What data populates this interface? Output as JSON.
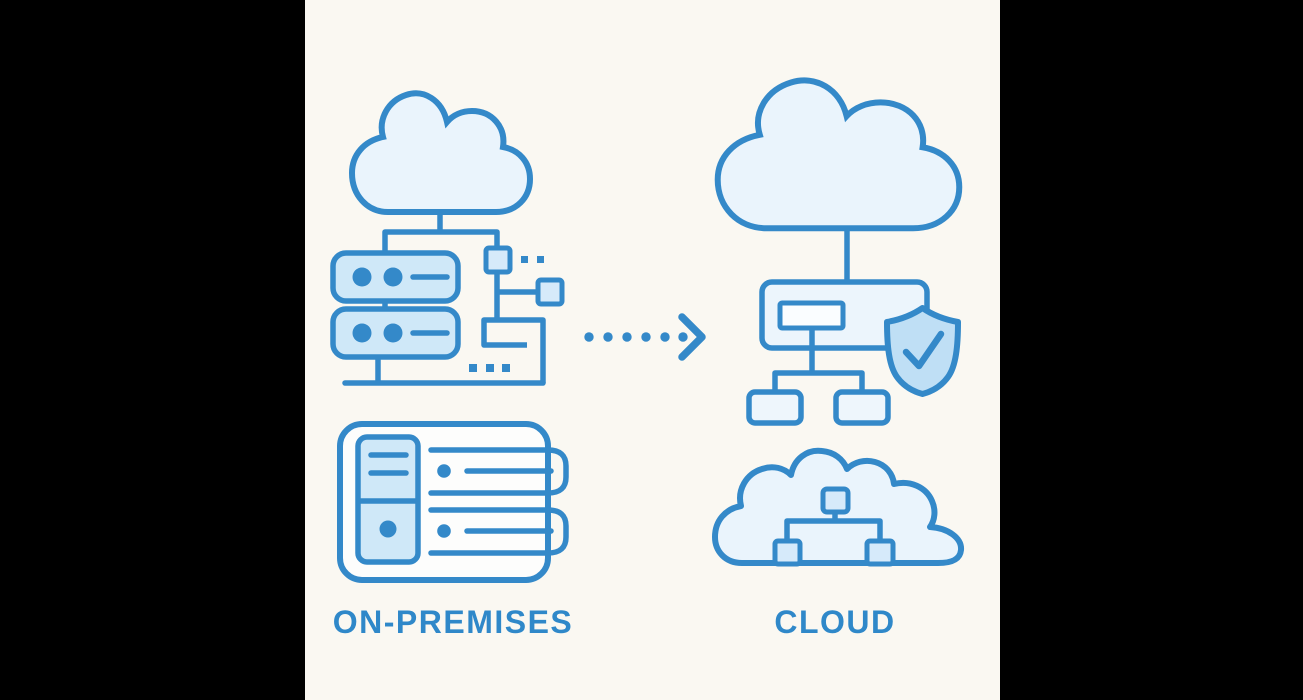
{
  "labels": {
    "left": "ON-PREMISES",
    "right": "CLOUD"
  },
  "colors": {
    "background": "#faf8f2",
    "letterbox": "#000000",
    "line_blue": "#3489c9",
    "label_blue": "#2f88c9",
    "cloud_fill": "#eaf4fc",
    "server_fill": "#cfe8f8",
    "shield_fill": "#bfdff5",
    "square_fill": "#d6eafa"
  },
  "illustrations": {
    "left_top": "cloud-connected-server-racks",
    "left_bottom": "server-tower-with-trays",
    "right_top": "cloud-hierarchy-with-shield-check",
    "right_bottom": "cloud-with-network-nodes",
    "center": "dotted-arrow-right"
  },
  "arrow": {
    "dot_count": 6,
    "direction": "right"
  }
}
